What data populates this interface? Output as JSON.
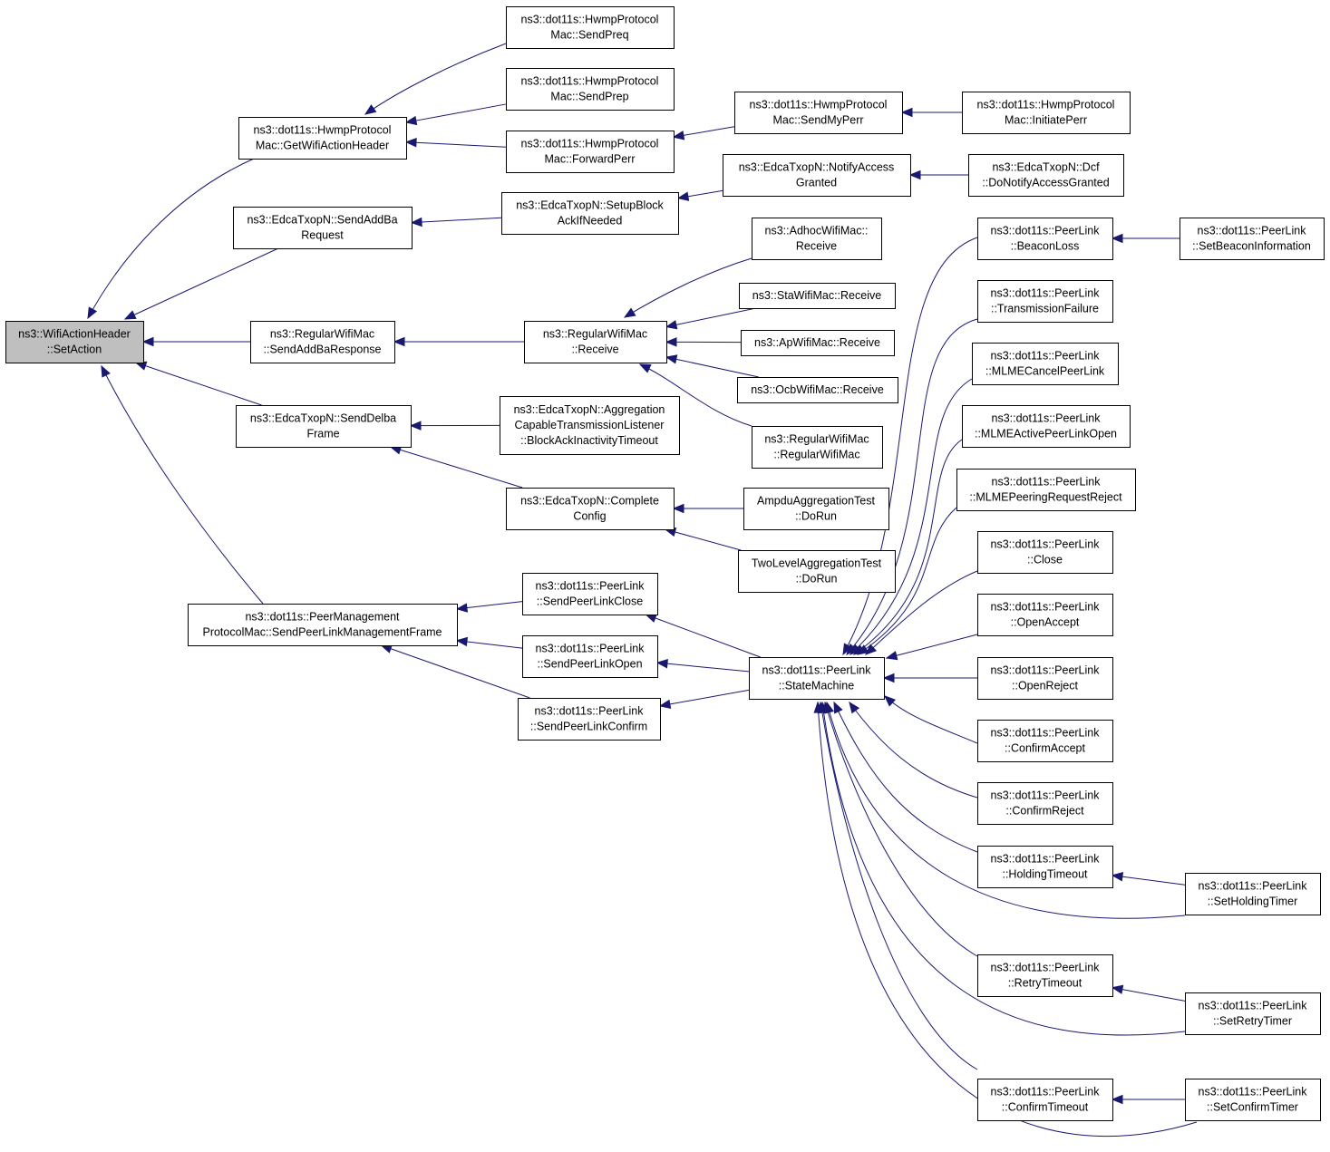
{
  "nodes": [
    {
      "id": "setaction",
      "lines": [
        "ns3::WifiActionHeader",
        "::SetAction"
      ],
      "root": true
    },
    {
      "id": "getwifi",
      "lines": [
        "ns3::dot11s::HwmpProtocol",
        "Mac::GetWifiActionHeader"
      ]
    },
    {
      "id": "sendaddbareq",
      "lines": [
        "ns3::EdcaTxopN::SendAddBa",
        "Request"
      ]
    },
    {
      "id": "sendaddbaresp",
      "lines": [
        "ns3::RegularWifiMac",
        "::SendAddBaResponse"
      ]
    },
    {
      "id": "senddelba",
      "lines": [
        "ns3::EdcaTxopN::SendDelba",
        "Frame"
      ]
    },
    {
      "id": "peermgmt",
      "lines": [
        "ns3::dot11s::PeerManagement",
        "ProtocolMac::SendPeerLinkManagementFrame"
      ]
    },
    {
      "id": "sendpreq",
      "lines": [
        "ns3::dot11s::HwmpProtocol",
        "Mac::SendPreq"
      ]
    },
    {
      "id": "sendprep",
      "lines": [
        "ns3::dot11s::HwmpProtocol",
        "Mac::SendPrep"
      ]
    },
    {
      "id": "forwardperr",
      "lines": [
        "ns3::dot11s::HwmpProtocol",
        "Mac::ForwardPerr"
      ]
    },
    {
      "id": "sendmyperr",
      "lines": [
        "ns3::dot11s::HwmpProtocol",
        "Mac::SendMyPerr"
      ]
    },
    {
      "id": "initiateperr",
      "lines": [
        "ns3::dot11s::HwmpProtocol",
        "Mac::InitiatePerr"
      ]
    },
    {
      "id": "setupblock",
      "lines": [
        "ns3::EdcaTxopN::SetupBlock",
        "AckIfNeeded"
      ]
    },
    {
      "id": "notifyaccess",
      "lines": [
        "ns3::EdcaTxopN::NotifyAccess",
        "Granted"
      ]
    },
    {
      "id": "dcfnotify",
      "lines": [
        "ns3::EdcaTxopN::Dcf",
        "::DoNotifyAccessGranted"
      ]
    },
    {
      "id": "regreceive",
      "lines": [
        "ns3::RegularWifiMac",
        "::Receive"
      ]
    },
    {
      "id": "adhocreceive",
      "lines": [
        "ns3::AdhocWifiMac::",
        "Receive"
      ]
    },
    {
      "id": "stareceive",
      "lines": [
        "ns3::StaWifiMac::Receive"
      ]
    },
    {
      "id": "apreceive",
      "lines": [
        "ns3::ApWifiMac::Receive"
      ]
    },
    {
      "id": "ocbreceive",
      "lines": [
        "ns3::OcbWifiMac::Receive"
      ]
    },
    {
      "id": "regctor",
      "lines": [
        "ns3::RegularWifiMac",
        "::RegularWifiMac"
      ]
    },
    {
      "id": "aggrlistener",
      "lines": [
        "ns3::EdcaTxopN::Aggregation",
        "CapableTransmissionListener",
        "::BlockAckInactivityTimeout"
      ]
    },
    {
      "id": "completeconfig",
      "lines": [
        "ns3::EdcaTxopN::Complete",
        "Config"
      ]
    },
    {
      "id": "ampdutest",
      "lines": [
        "AmpduAggregationTest",
        "::DoRun"
      ]
    },
    {
      "id": "twoleveltest",
      "lines": [
        "TwoLevelAggregationTest",
        "::DoRun"
      ]
    },
    {
      "id": "sendplclose",
      "lines": [
        "ns3::dot11s::PeerLink",
        "::SendPeerLinkClose"
      ]
    },
    {
      "id": "sendplopen",
      "lines": [
        "ns3::dot11s::PeerLink",
        "::SendPeerLinkOpen"
      ]
    },
    {
      "id": "sendplconfirm",
      "lines": [
        "ns3::dot11s::PeerLink",
        "::SendPeerLinkConfirm"
      ]
    },
    {
      "id": "statemachine",
      "lines": [
        "ns3::dot11s::PeerLink",
        "::StateMachine"
      ]
    },
    {
      "id": "beaconloss",
      "lines": [
        "ns3::dot11s::PeerLink",
        "::BeaconLoss"
      ]
    },
    {
      "id": "setbeaconinfo",
      "lines": [
        "ns3::dot11s::PeerLink",
        "::SetBeaconInformation"
      ]
    },
    {
      "id": "txfailure",
      "lines": [
        "ns3::dot11s::PeerLink",
        "::TransmissionFailure"
      ]
    },
    {
      "id": "mlmecancel",
      "lines": [
        "ns3::dot11s::PeerLink",
        "::MLMECancelPeerLink"
      ]
    },
    {
      "id": "mlmeactive",
      "lines": [
        "ns3::dot11s::PeerLink",
        "::MLMEActivePeerLinkOpen"
      ]
    },
    {
      "id": "mlmepeering",
      "lines": [
        "ns3::dot11s::PeerLink",
        "::MLMEPeeringRequestReject"
      ]
    },
    {
      "id": "close",
      "lines": [
        "ns3::dot11s::PeerLink",
        "::Close"
      ]
    },
    {
      "id": "openaccept",
      "lines": [
        "ns3::dot11s::PeerLink",
        "::OpenAccept"
      ]
    },
    {
      "id": "openreject",
      "lines": [
        "ns3::dot11s::PeerLink",
        "::OpenReject"
      ]
    },
    {
      "id": "confirmaccept",
      "lines": [
        "ns3::dot11s::PeerLink",
        "::ConfirmAccept"
      ]
    },
    {
      "id": "confirmreject",
      "lines": [
        "ns3::dot11s::PeerLink",
        "::ConfirmReject"
      ]
    },
    {
      "id": "holdingtimeout",
      "lines": [
        "ns3::dot11s::PeerLink",
        "::HoldingTimeout"
      ]
    },
    {
      "id": "setholding",
      "lines": [
        "ns3::dot11s::PeerLink",
        "::SetHoldingTimer"
      ]
    },
    {
      "id": "retrytimeout",
      "lines": [
        "ns3::dot11s::PeerLink",
        "::RetryTimeout"
      ]
    },
    {
      "id": "setretry",
      "lines": [
        "ns3::dot11s::PeerLink",
        "::SetRetryTimer"
      ]
    },
    {
      "id": "confirmtimeout",
      "lines": [
        "ns3::dot11s::PeerLink",
        "::ConfirmTimeout"
      ]
    },
    {
      "id": "setconfirm",
      "lines": [
        "ns3::dot11s::PeerLink",
        "::SetConfirmTimer"
      ]
    }
  ],
  "edges": [
    {
      "from": "getwifi",
      "to": "setaction"
    },
    {
      "from": "sendaddbareq",
      "to": "setaction"
    },
    {
      "from": "sendaddbaresp",
      "to": "setaction"
    },
    {
      "from": "senddelba",
      "to": "setaction"
    },
    {
      "from": "peermgmt",
      "to": "setaction"
    },
    {
      "from": "sendpreq",
      "to": "getwifi"
    },
    {
      "from": "sendprep",
      "to": "getwifi"
    },
    {
      "from": "forwardperr",
      "to": "getwifi"
    },
    {
      "from": "sendmyperr",
      "to": "forwardperr"
    },
    {
      "from": "initiateperr",
      "to": "sendmyperr"
    },
    {
      "from": "setupblock",
      "to": "sendaddbareq"
    },
    {
      "from": "notifyaccess",
      "to": "setupblock"
    },
    {
      "from": "dcfnotify",
      "to": "notifyaccess"
    },
    {
      "from": "regreceive",
      "to": "sendaddbaresp"
    },
    {
      "from": "adhocreceive",
      "to": "regreceive"
    },
    {
      "from": "stareceive",
      "to": "regreceive"
    },
    {
      "from": "apreceive",
      "to": "regreceive"
    },
    {
      "from": "ocbreceive",
      "to": "regreceive"
    },
    {
      "from": "regctor",
      "to": "regreceive"
    },
    {
      "from": "aggrlistener",
      "to": "senddelba"
    },
    {
      "from": "completeconfig",
      "to": "senddelba"
    },
    {
      "from": "ampdutest",
      "to": "completeconfig"
    },
    {
      "from": "twoleveltest",
      "to": "completeconfig"
    },
    {
      "from": "sendplclose",
      "to": "peermgmt"
    },
    {
      "from": "sendplopen",
      "to": "peermgmt"
    },
    {
      "from": "sendplconfirm",
      "to": "peermgmt"
    },
    {
      "from": "statemachine",
      "to": "sendplclose"
    },
    {
      "from": "statemachine",
      "to": "sendplopen"
    },
    {
      "from": "statemachine",
      "to": "sendplconfirm"
    },
    {
      "from": "beaconloss",
      "to": "statemachine"
    },
    {
      "from": "setbeaconinfo",
      "to": "beaconloss"
    },
    {
      "from": "txfailure",
      "to": "statemachine"
    },
    {
      "from": "mlmecancel",
      "to": "statemachine"
    },
    {
      "from": "mlmeactive",
      "to": "statemachine"
    },
    {
      "from": "mlmepeering",
      "to": "statemachine"
    },
    {
      "from": "close",
      "to": "statemachine"
    },
    {
      "from": "openaccept",
      "to": "statemachine"
    },
    {
      "from": "openreject",
      "to": "statemachine"
    },
    {
      "from": "confirmaccept",
      "to": "statemachine"
    },
    {
      "from": "confirmreject",
      "to": "statemachine"
    },
    {
      "from": "holdingtimeout",
      "to": "statemachine"
    },
    {
      "from": "setholding",
      "to": "holdingtimeout"
    },
    {
      "from": "setholding",
      "to": "statemachine"
    },
    {
      "from": "retrytimeout",
      "to": "statemachine"
    },
    {
      "from": "setretry",
      "to": "retrytimeout"
    },
    {
      "from": "setretry",
      "to": "statemachine"
    },
    {
      "from": "confirmtimeout",
      "to": "statemachine"
    },
    {
      "from": "setconfirm",
      "to": "confirmtimeout"
    },
    {
      "from": "setconfirm",
      "to": "statemachine"
    }
  ],
  "colors": {
    "edge": "#191970",
    "root_fill": "#bfbfbf",
    "node_fill": "#ffffff",
    "border": "#000000"
  }
}
